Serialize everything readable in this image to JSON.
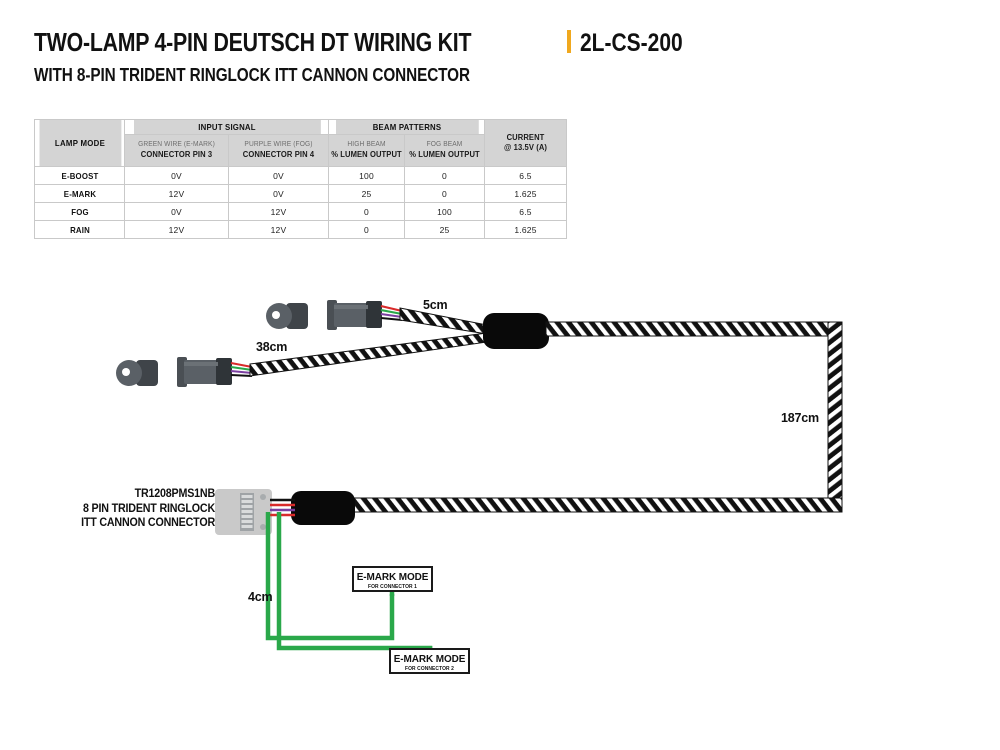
{
  "header": {
    "title_main": "TWO-LAMP 4-PIN DEUTSCH DT WIRING KIT",
    "sku": "2L-CS-200",
    "subtitle": "WITH 8-PIN TRIDENT RINGLOCK ITT CANNON CONNECTOR",
    "accent_color": "#f0a81e"
  },
  "table": {
    "group_headers": {
      "lamp_mode": "LAMP MODE",
      "input_signal": "INPUT SIGNAL",
      "beam_patterns": "BEAM PATTERNS",
      "current_l1": "CURRENT",
      "current_l2": "@ 13.5V (A)"
    },
    "sub_headers": [
      {
        "l1": "GREEN WIRE (E-MARK)",
        "l2": "CONNECTOR PIN 3"
      },
      {
        "l1": "PURPLE WIRE (FOG)",
        "l2": "CONNECTOR PIN 4"
      },
      {
        "l1": "HIGH BEAM",
        "l2": "% LUMEN OUTPUT"
      },
      {
        "l1": "FOG BEAM",
        "l2": "% LUMEN OUTPUT"
      }
    ],
    "rows": [
      {
        "mode": "E-BOOST",
        "green": "0V",
        "purple": "0V",
        "high": "100",
        "fog": "0",
        "current": "6.5"
      },
      {
        "mode": "E-MARK",
        "green": "12V",
        "purple": "0V",
        "high": "25",
        "fog": "0",
        "current": "1.625"
      },
      {
        "mode": "FOG",
        "green": "0V",
        "purple": "12V",
        "high": "0",
        "fog": "100",
        "current": "6.5"
      },
      {
        "mode": "RAIN",
        "green": "12V",
        "purple": "12V",
        "high": "0",
        "fog": "25",
        "current": "1.625"
      }
    ]
  },
  "diagram": {
    "dimensions": {
      "lamp1_lead": "5cm",
      "lamp2_lead": "38cm",
      "main_run": "187cm",
      "switch_lead": "4cm"
    },
    "connector_label": {
      "part_number": "TR1208PMS1NB",
      "line2": "8 PIN TRIDENT RINGLOCK",
      "line3": "ITT CANNON CONNECTOR"
    },
    "mode_boxes": [
      {
        "title": "E-MARK MODE",
        "subtitle": "FOR CONNECTOR 1"
      },
      {
        "title": "E-MARK MODE",
        "subtitle": "FOR CONNECTOR 2"
      }
    ],
    "colors": {
      "braid_dark": "#111111",
      "braid_light": "#ffffff",
      "wire_green": "#2aa84a",
      "wire_red": "#d92b2b",
      "wire_purple": "#7b3fa0",
      "wire_black": "#111111",
      "connector_gray": "#5a5f63",
      "ringlock_gray": "#c9c9c9"
    }
  }
}
